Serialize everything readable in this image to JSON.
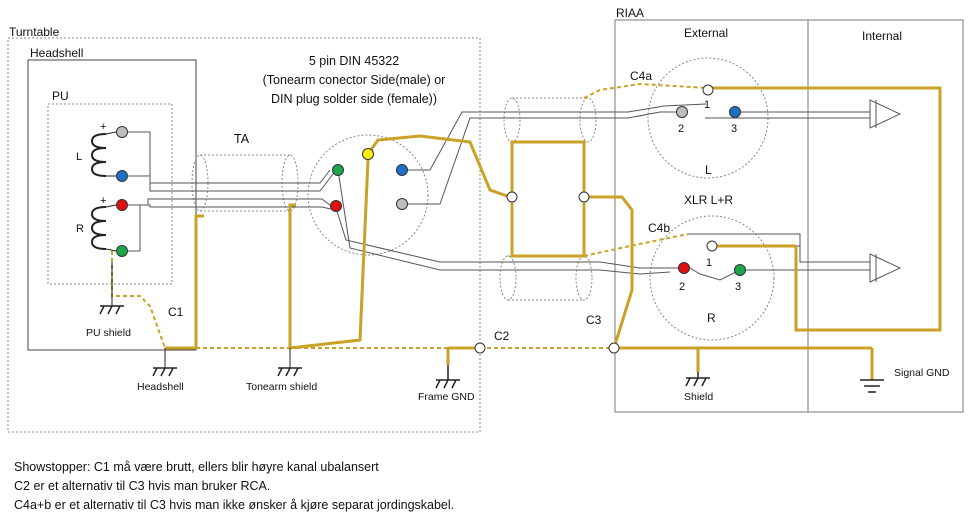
{
  "regions": {
    "turntable": "Turntable",
    "headshell": "Headshell",
    "pu": "PU",
    "riaa": "RIAA",
    "external": "External",
    "internal": "Internal"
  },
  "labels": {
    "din_line1": "5 pin DIN 45322",
    "din_line2": "(Tonearm conector Side(male) or",
    "din_line3": "DIN plug solder side (female))",
    "ta": "TA",
    "coil_l": "L",
    "coil_r": "R",
    "plus_top": "+",
    "plus_bottom": "+",
    "c1": "C1",
    "c2": "C2",
    "c3": "C3",
    "c4a": "C4a",
    "c4b": "C4b",
    "xlr": "XLR L+R",
    "xlr_l": "L",
    "xlr_r": "R",
    "pin1_l": "1",
    "pin2_l": "2",
    "pin3_l": "3",
    "pin1_r": "1",
    "pin2_r": "2",
    "pin3_r": "3",
    "pu_shield": "PU shield",
    "headshell_gnd": "Headshell",
    "tonearm_shield": "Tonearm shield",
    "frame_gnd": "Frame GND",
    "shield": "Shield",
    "signal_gnd": "Signal GND"
  },
  "notes": [
    "Showstopper: C1 må være brutt, ellers blir høyre kanal ubalansert",
    "C2 er et alternativ til C3 hvis man bruker RCA.",
    "C4a+b er et alternativ til C3 hvis man ikke ønsker å kjøre separat jordingskabel."
  ],
  "colors": {
    "ground_wire": "#c9a227",
    "signal_wire": "#555555",
    "pin_gray": "#bfbfbf",
    "pin_blue": "#1f6fc5",
    "pin_red": "#e01010",
    "pin_green": "#1aa64a",
    "pin_yellow": "#ffee00"
  }
}
